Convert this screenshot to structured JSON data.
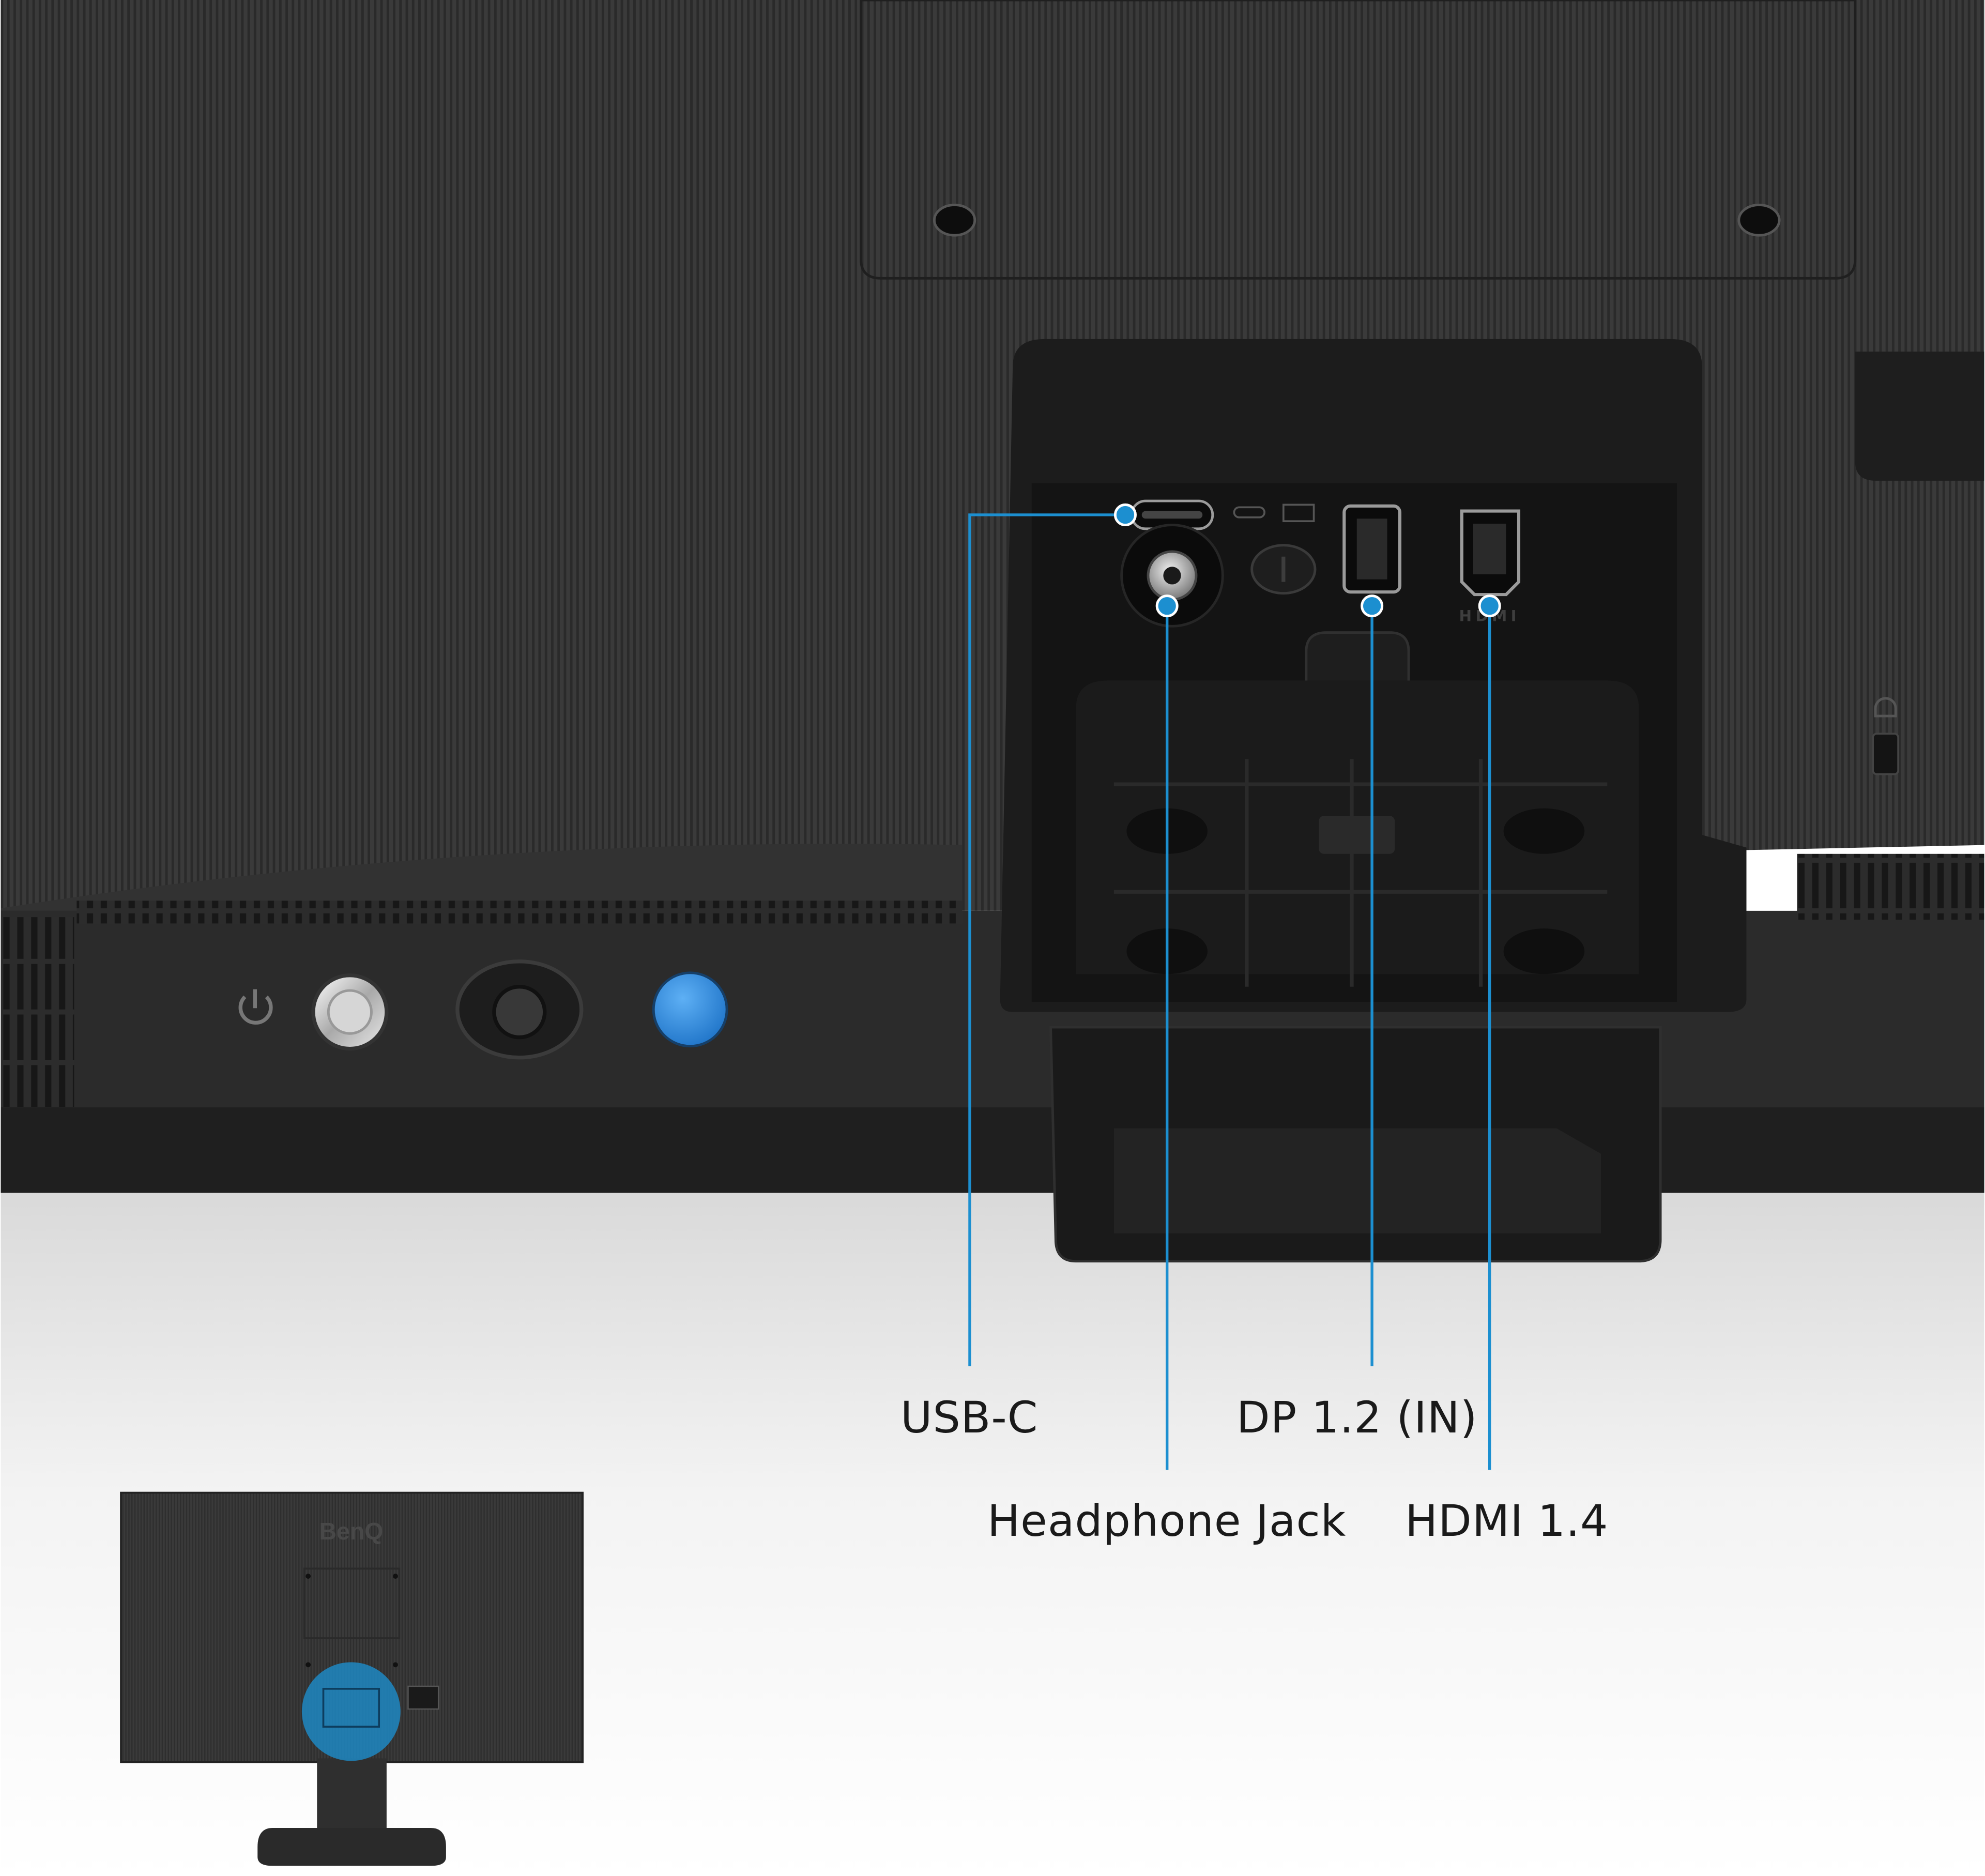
{
  "photo": {
    "subject": "monitor-rear-ports",
    "brand_logo_text": "BenQ",
    "port_markings": {
      "hdmi": "HDMI"
    },
    "colors": {
      "callout_line": "#1C8FD0",
      "callout_dot": "#1C8FD0",
      "button_blue": "#2F8CE0",
      "housing": "#2b2b2b",
      "label_text": "#1a1a1a"
    }
  },
  "callouts": {
    "usb_c": "USB-C",
    "headphone_jack": "Headphone Jack",
    "dp_in": "DP 1.2 (IN)",
    "hdmi": "HDMI 1.4"
  },
  "inset": {
    "view": "full-monitor-rear",
    "logo_text": "BenQ"
  }
}
